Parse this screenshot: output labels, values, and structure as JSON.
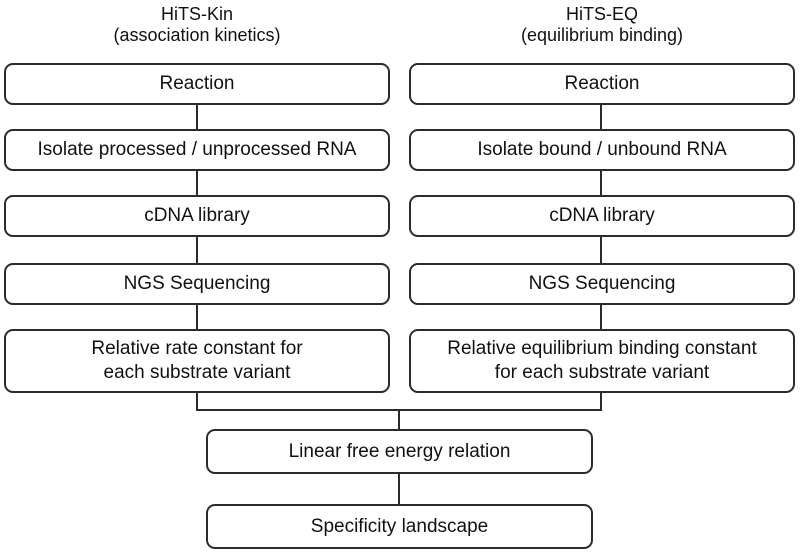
{
  "diagram": {
    "type": "flowchart",
    "columns": [
      {
        "id": "hits-kin",
        "title": "HiTS-Kin",
        "subtitle": "(association kinetics)",
        "steps": [
          {
            "lines": [
              "Reaction"
            ]
          },
          {
            "lines": [
              "Isolate processed / unprocessed RNA"
            ]
          },
          {
            "lines": [
              "cDNA library"
            ]
          },
          {
            "lines": [
              "NGS Sequencing"
            ]
          },
          {
            "lines": [
              "Relative rate constant for",
              "each substrate variant"
            ]
          }
        ]
      },
      {
        "id": "hits-eq",
        "title": "HiTS-EQ",
        "subtitle": "(equilibrium binding)",
        "steps": [
          {
            "lines": [
              "Reaction"
            ]
          },
          {
            "lines": [
              "Isolate bound / unbound RNA"
            ]
          },
          {
            "lines": [
              "cDNA library"
            ]
          },
          {
            "lines": [
              "NGS Sequencing"
            ]
          },
          {
            "lines": [
              "Relative equilibrium binding constant",
              "for each substrate variant"
            ]
          }
        ]
      }
    ],
    "merged_steps": [
      {
        "lines": [
          "Linear free energy relation"
        ]
      },
      {
        "lines": [
          "Specificity landscape"
        ]
      }
    ],
    "colors": {
      "background": "#ffffff",
      "box_fill": "#ffffff",
      "border": "#2b2b2b",
      "text": "#111111"
    }
  }
}
